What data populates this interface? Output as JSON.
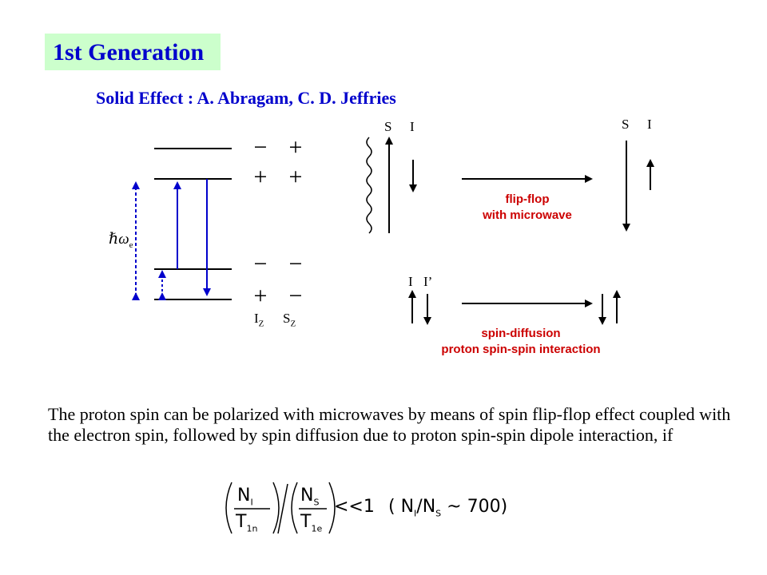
{
  "title": "1st Generation",
  "subtitle": "Solid Effect : A. Abragam, C. D. Jeffries",
  "energy_diagram": {
    "levels": [
      {
        "iz": "−",
        "sz": "+"
      },
      {
        "iz": "+",
        "sz": "+"
      },
      {
        "iz": "−",
        "sz": "−"
      },
      {
        "iz": "+",
        "sz": "−"
      }
    ],
    "omega_label": "ℏω",
    "omega_sub": "e",
    "iz_label": "I",
    "iz_sub": "Z",
    "sz_label": "S",
    "sz_sub": "Z"
  },
  "flip_flop": {
    "left_s": "S",
    "left_i": "I",
    "right_s": "S",
    "right_i": "I",
    "label_line1": "flip-flop",
    "label_line2": "with microwave"
  },
  "spin_diffusion": {
    "left_i": "I",
    "left_i_prime": "I’",
    "label_line1": "spin-diffusion",
    "label_line2": "proton spin-spin interaction"
  },
  "paragraph": "The proton spin can be polarized with microwaves by means of spin flip-flop effect coupled with the electron spin, followed by spin diffusion due to proton spin-spin dipole interaction, if",
  "equation": {
    "n1": "N",
    "n1_sub": "I",
    "t1": "T",
    "t1_sub": "1n",
    "n2": "N",
    "n2_sub": "S",
    "t2": "T",
    "t2_sub": "1e",
    "relation": "<<1",
    "ratio_open": "( N",
    "ratio_i_sub": "I",
    "ratio_slash": "/N",
    "ratio_s_sub": "S",
    "ratio_close": " ~ 700)"
  },
  "colors": {
    "title_text": "#0000cc",
    "title_bg": "#ccffcc",
    "transition_arrows": "#0000cc",
    "label_red": "#cc0000"
  }
}
